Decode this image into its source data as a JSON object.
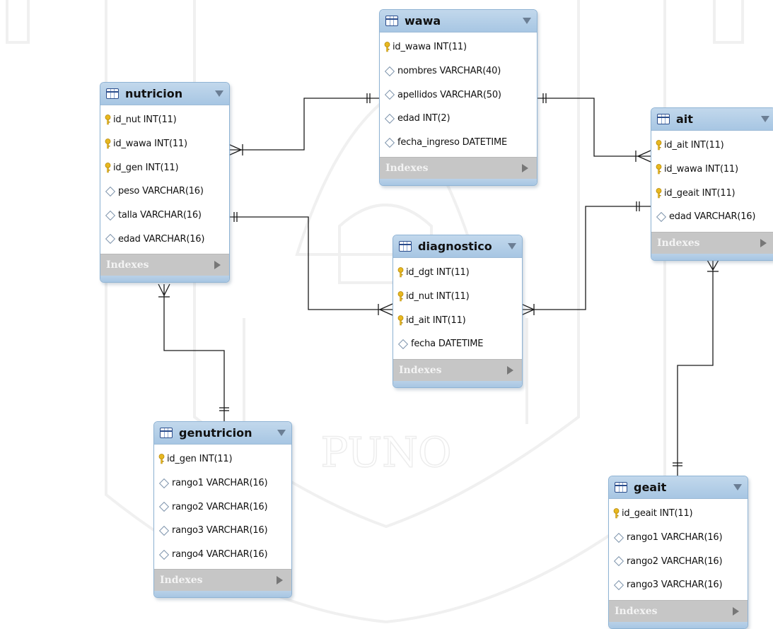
{
  "diagram": {
    "entities": {
      "wawa": {
        "title": "wawa",
        "columns": [
          {
            "label": "id_wawa INT(11)",
            "key": true
          },
          {
            "label": "nombres VARCHAR(40)",
            "key": false
          },
          {
            "label": "apellidos VARCHAR(50)",
            "key": false
          },
          {
            "label": "edad INT(2)",
            "key": false
          },
          {
            "label": "fecha_ingreso DATETIME",
            "key": false
          }
        ],
        "indexes_label": "Indexes"
      },
      "nutricion": {
        "title": "nutricion",
        "columns": [
          {
            "label": "id_nut INT(11)",
            "key": true
          },
          {
            "label": "id_wawa INT(11)",
            "key": true
          },
          {
            "label": "id_gen INT(11)",
            "key": true
          },
          {
            "label": "peso VARCHAR(16)",
            "key": false
          },
          {
            "label": "talla VARCHAR(16)",
            "key": false
          },
          {
            "label": "edad VARCHAR(16)",
            "key": false
          }
        ],
        "indexes_label": "Indexes"
      },
      "ait": {
        "title": "ait",
        "columns": [
          {
            "label": "id_ait INT(11)",
            "key": true
          },
          {
            "label": "id_wawa INT(11)",
            "key": true
          },
          {
            "label": "id_geait INT(11)",
            "key": true
          },
          {
            "label": "edad VARCHAR(16)",
            "key": false
          }
        ],
        "indexes_label": "Indexes"
      },
      "diagnostico": {
        "title": "diagnostico",
        "columns": [
          {
            "label": "id_dgt INT(11)",
            "key": true
          },
          {
            "label": "id_nut INT(11)",
            "key": true
          },
          {
            "label": "id_ait INT(11)",
            "key": true
          },
          {
            "label": "fecha DATETIME",
            "key": false
          }
        ],
        "indexes_label": "Indexes"
      },
      "genutricion": {
        "title": "genutricion",
        "columns": [
          {
            "label": "id_gen INT(11)",
            "key": true
          },
          {
            "label": "rango1 VARCHAR(16)",
            "key": false
          },
          {
            "label": "rango2 VARCHAR(16)",
            "key": false
          },
          {
            "label": "rango3 VARCHAR(16)",
            "key": false
          },
          {
            "label": "rango4 VARCHAR(16)",
            "key": false
          }
        ],
        "indexes_label": "Indexes"
      },
      "geait": {
        "title": "geait",
        "columns": [
          {
            "label": "id_geait INT(11)",
            "key": true
          },
          {
            "label": "rango1 VARCHAR(16)",
            "key": false
          },
          {
            "label": "rango2 VARCHAR(16)",
            "key": false
          },
          {
            "label": "rango3 VARCHAR(16)",
            "key": false
          }
        ],
        "indexes_label": "Indexes"
      }
    },
    "colors": {
      "header": "#a7c6e3",
      "border": "#8fb3d4",
      "key_icon": "#e8b820",
      "indexes_bg": "#c6c6c6",
      "line": "#1a1a1a"
    },
    "icons": {
      "table": "table-icon",
      "primary_key": "key-icon",
      "column": "diamond-icon",
      "collapse": "chevron-down-icon",
      "expand": "play-icon"
    },
    "watermark": {
      "text": "PUNO"
    }
  }
}
